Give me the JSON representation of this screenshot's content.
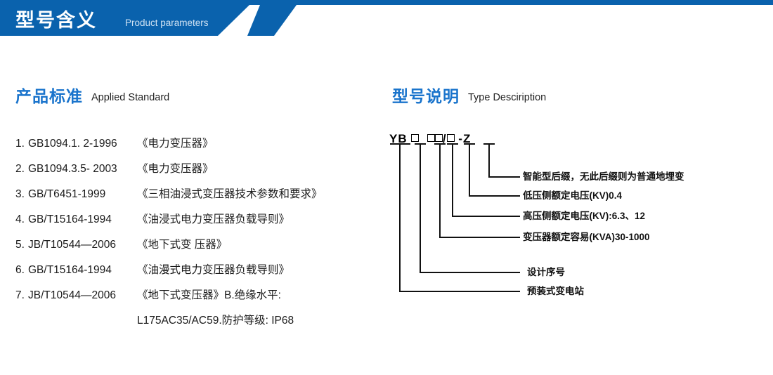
{
  "banner": {
    "title": "型号含义",
    "subtitle": "Product parameters",
    "color": "#0a62ad"
  },
  "sections": {
    "standard": {
      "cn": "产品标准",
      "en": "Applied Standard",
      "accent": "#1a74cc"
    },
    "type": {
      "cn": "型号说明",
      "en": "Type Desciription",
      "accent": "#1a74cc"
    }
  },
  "standards": [
    {
      "num": "1.",
      "code": "GB1094.1. 2-1996",
      "name": "《电力变压器》"
    },
    {
      "num": "2.",
      "code": "GB1094.3.5- 2003",
      "name": "《电力变压器》"
    },
    {
      "num": "3.",
      "code": "GB/T6451-1999",
      "name": "《三相油浸式变压器技术参数和要求》"
    },
    {
      "num": "4.",
      "code": "GB/T15164-1994",
      "name": "《油浸式电力变压器负载导则》"
    },
    {
      "num": "5.",
      "code": "JB/T10544—2006",
      "name": "《地下式变 压器》"
    },
    {
      "num": "6.",
      "code": "GB/T15164-1994",
      "name": "《油漫式电力变压器负载导则》"
    },
    {
      "num": "7.",
      "code": "JB/T10544—2006",
      "name": "《地下式变压器》B.绝缘水平:"
    }
  ],
  "standards_continuation": "L175AC35/AC59.防护等级: IP68",
  "type_code": {
    "prefix": "YB",
    "suffix": "Z",
    "separator": "/",
    "dash": "-",
    "boxes": 4,
    "display": "YB □ □□/□ - Z"
  },
  "callouts": [
    {
      "id": "intelligent-suffix",
      "text": "智能型后缀，无此后缀则为普通地埋变"
    },
    {
      "id": "lv-rated-voltage",
      "text": "低压侧额定电压(KV)0.4"
    },
    {
      "id": "hv-rated-voltage",
      "text": "高压侧额定电压(KV):6.3、12"
    },
    {
      "id": "rated-capacity",
      "text": "变压器额定容易(KVA)30-1000"
    },
    {
      "id": "design-serial",
      "text": "设计序号"
    },
    {
      "id": "prefab-substation",
      "text": "预装式变电站"
    }
  ]
}
